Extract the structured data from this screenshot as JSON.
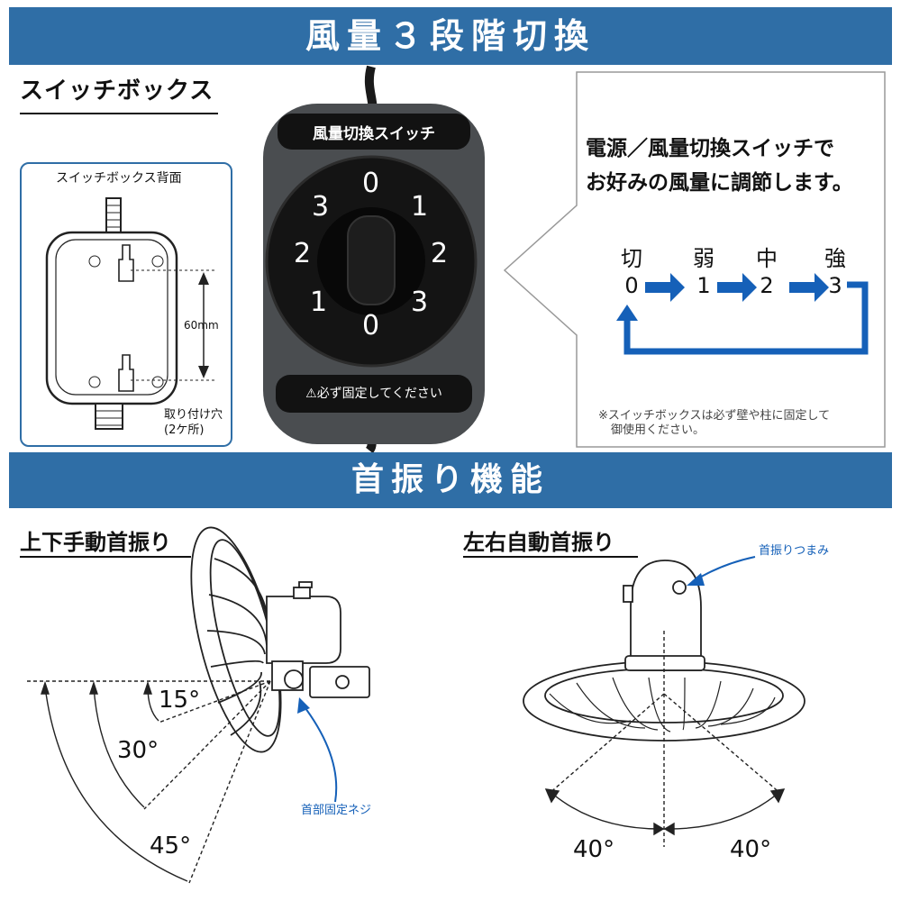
{
  "banners": {
    "fan_speed": "風量３段階切換",
    "oscillation": "首振り機能"
  },
  "switch_box": {
    "heading": "スイッチボックス",
    "back_title": "スイッチボックス背面",
    "dimension": "60mm",
    "mount_label_line1": "取り付け穴",
    "mount_label_line2": "(2ケ所)",
    "device_label": "風量切換スイッチ",
    "warning_label": "必ず固定してください",
    "dial_numbers": [
      "0",
      "1",
      "2",
      "3",
      "0",
      "1",
      "2",
      "3"
    ]
  },
  "callout": {
    "line1": "電源／風量切換スイッチで",
    "line2": "お好みの風量に調節します。",
    "levels": [
      {
        "name": "切",
        "value": "0"
      },
      {
        "name": "弱",
        "value": "1"
      },
      {
        "name": "中",
        "value": "2"
      },
      {
        "name": "強",
        "value": "3"
      }
    ],
    "note_line1": "※スイッチボックスは必ず壁や柱に固定して",
    "note_line2": "御使用ください。"
  },
  "vertical": {
    "heading": "上下手動首振り",
    "angles": [
      "15°",
      "30°",
      "45°"
    ],
    "screw_label": "首部固定ネジ"
  },
  "horizontal": {
    "heading": "左右自動首振り",
    "knob_label": "首振りつまみ",
    "angle_left": "40°",
    "angle_right": "40°"
  },
  "colors": {
    "banner": "#2f6ea6",
    "accent_blue": "#1560b8",
    "frame_blue": "#2f6ea6",
    "device": "#4a4d50"
  }
}
